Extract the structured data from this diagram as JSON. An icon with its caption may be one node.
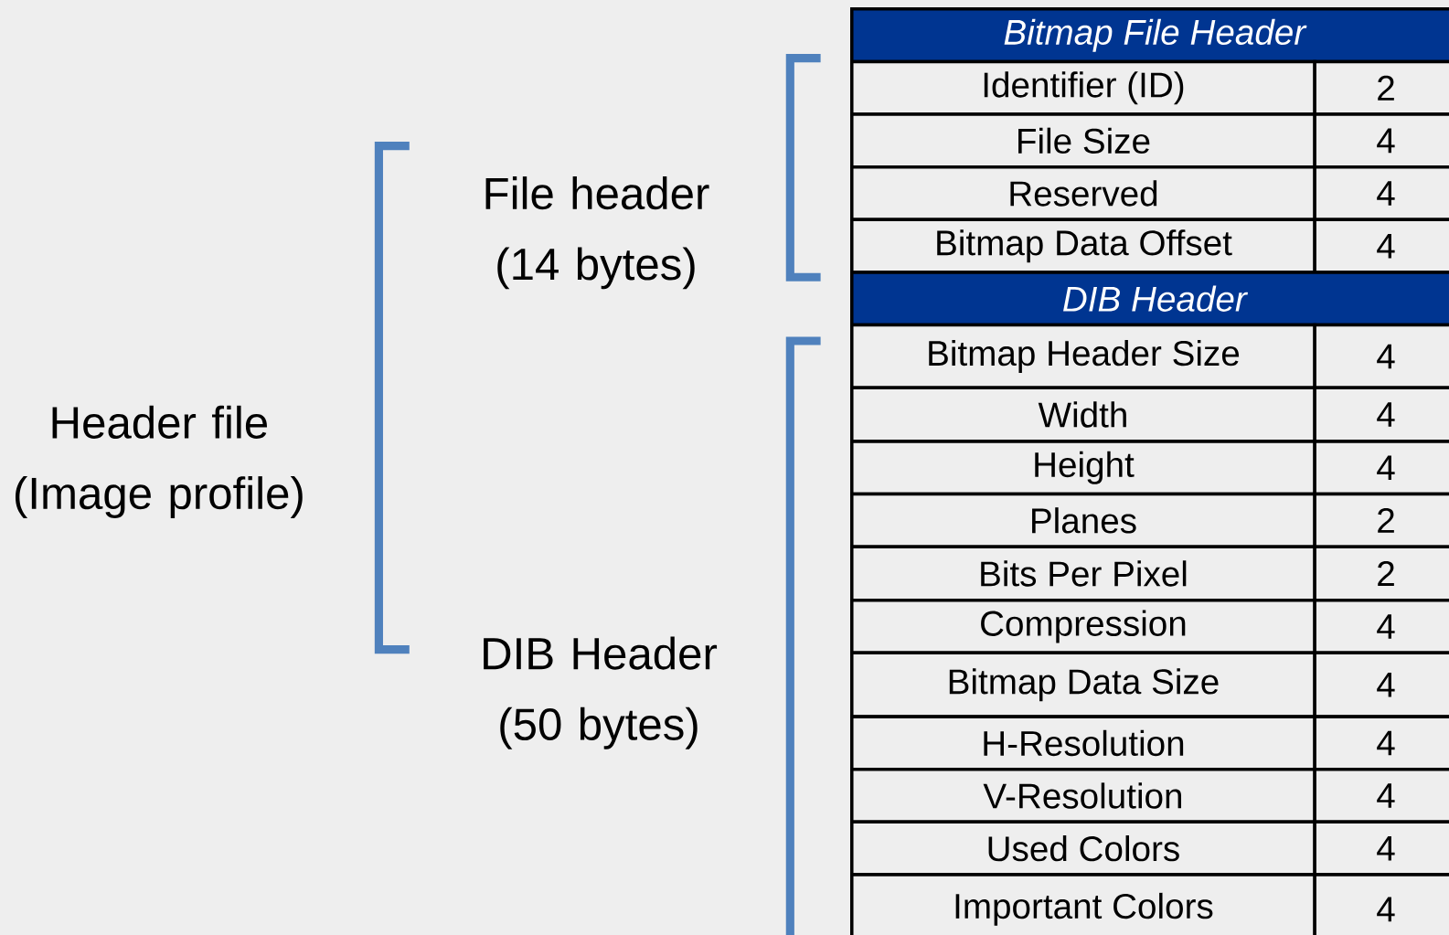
{
  "diagram": {
    "labels": [
      "Header file (Image profile)",
      "File header (14 bytes)",
      "DIB Header (50 bytes)",
      "Bitmap File Header",
      "Identifier (ID)",
      "2",
      "File Size",
      "4",
      "Reserved",
      "4",
      "Bitmap Data Offset",
      "4",
      "DIB Header",
      "Bitmap Header Size",
      "4",
      "Width",
      "4",
      "Height",
      "4",
      "Planes",
      "2",
      "Bits Per Pixel",
      "2",
      "Compression",
      "4",
      "Bitmap Data Size",
      "4",
      "H-Resolution",
      "4",
      "V-Resolution",
      "4",
      "Used Colors",
      "4",
      "Important Colors",
      "4"
    ]
  }
}
